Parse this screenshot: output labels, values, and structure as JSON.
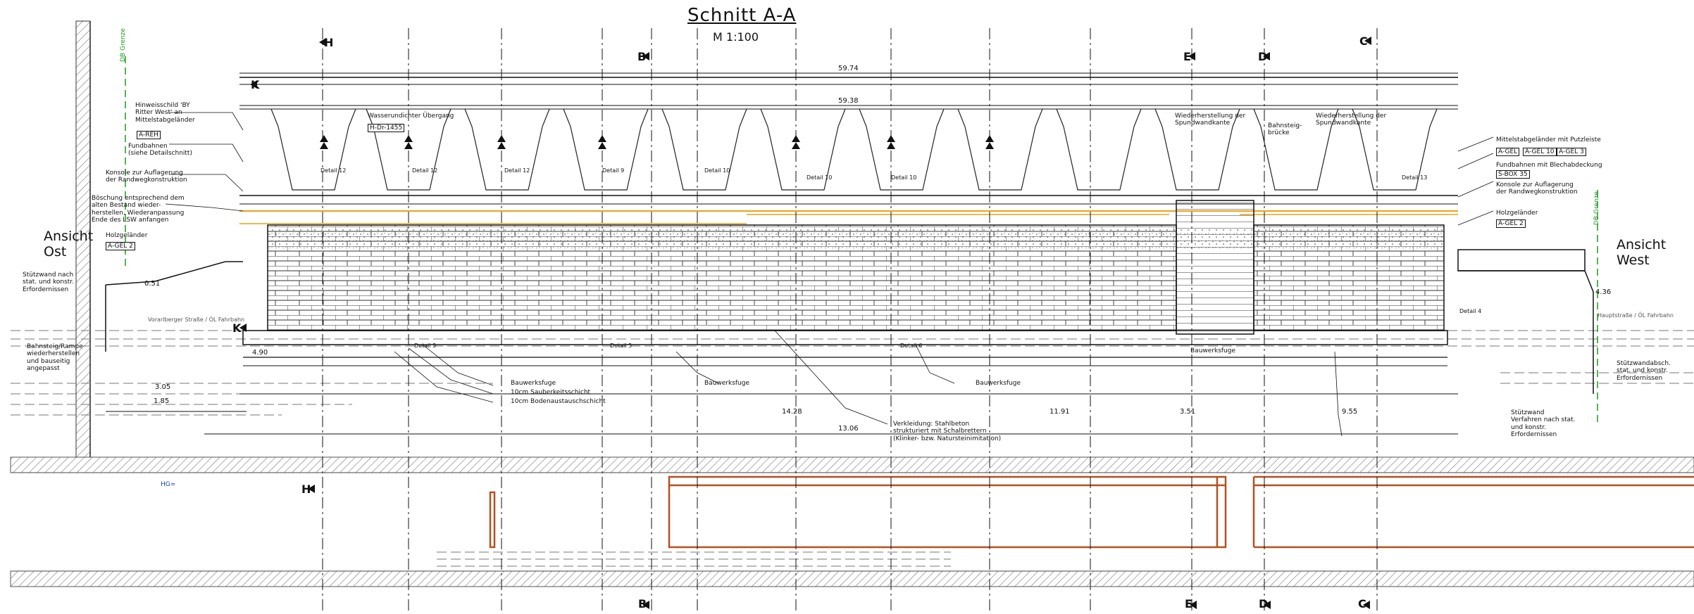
{
  "title": "Schnitt A-A",
  "scale": "M 1:100",
  "views": {
    "east": "Ansicht\nOst",
    "west": "Ansicht\nWest"
  },
  "section_markers_top": [
    {
      "label": "H",
      "id": "marker-h-top"
    },
    {
      "label": "B",
      "id": "marker-b-top"
    },
    {
      "label": "E",
      "id": "marker-e-top"
    },
    {
      "label": "D",
      "id": "marker-d-top"
    },
    {
      "label": "C",
      "id": "marker-c-top"
    }
  ],
  "section_markers_bottom": [
    {
      "label": "H",
      "id": "marker-h-mid"
    },
    {
      "label": "B",
      "id": "marker-b-bottom"
    },
    {
      "label": "E",
      "id": "marker-e-bottom"
    },
    {
      "label": "D",
      "id": "marker-d-bottom"
    },
    {
      "label": "C",
      "id": "marker-c-bottom"
    }
  ],
  "marker_k": "K",
  "grenze": "DB Grenze",
  "grenze_right": "DB Grenze",
  "hg_label": "HG=",
  "notes_left": [
    "Hinweisschild 'BY\nRitter West' an\nMittelstabgeländer",
    "Fundbahnen\n(siehe Detailschnitt)",
    "Konsole zur Auflagerung\nder Randwegkonstruktion",
    "Böschung entsprechend dem\nalten Bestand wieder-\nherstellen, Wiederanpassung\nEnde des LSW anfangen",
    "Holzgeländer",
    "Stützwand nach\nstat. und konstr.\nErfordernissen",
    "Bahnsteig/Rampe\nwiederherstellen\nund bauseitig\nangepasst",
    "Wasserundichter Übergang"
  ],
  "notes_right": [
    "Mittelstabgeländer mit Putzleiste",
    "Fundbahnen mit Blechabdeckung",
    "Konsole zur Auflagerung\nder Randwegkonstruktion",
    "Holzgeländer",
    "Stützwandabsch.\nstat. und konstr.\nErfordernissen",
    "Stützwand\nVerfahren nach stat.\nund konstr.\nErfordernissen"
  ],
  "notes_center": [
    "Wiederherstellung der\nSpundwandkante",
    "Bahnsteig-\nbrücke",
    "Wiederherstellung der\nSpundwandkante",
    "Bauwerksfuge",
    "Verkleidung: Stahlbeton\nstrukturiert mit Schalbrettern\n(Klinker- bzw. Natursteinimitation)"
  ],
  "legend_bottom": [
    "Bauwerksfuge",
    "10cm Sauberkeitsschicht",
    "10cm Bodenaustauschschicht"
  ],
  "tags": [
    "A-REH",
    "A-GEL 2",
    "A-GEL",
    "A-GEL 10",
    "A-GEL 3",
    "S-BOX 35",
    "A-GEL 2",
    "H-Dr-1455"
  ],
  "details": [
    "Detail 12",
    "Detail 12",
    "Detail 12",
    "Detail 9",
    "Detail 10",
    "Detail 10",
    "Detail 10",
    "Detail 13",
    "Detail 5",
    "Detail 5",
    "Detail 6",
    "Detail 4"
  ],
  "dims_overall": [
    "59.74",
    "59.38",
    "13.06",
    "14.28",
    "11.91",
    "9.55",
    "3.51"
  ],
  "levels": [
    "4.90",
    "3.05",
    "1.85",
    "0.51",
    "4.36"
  ],
  "road_left": "Vorarlberger Straße / ÖL Fahrbahn",
  "road_right": "Hauptstraße / ÖL Fahrbahn",
  "colors": {
    "line": "#111111",
    "orange": "#e8a317",
    "rust": "#b5501f",
    "green": "#1b9a1b",
    "hatch": "#777777",
    "blue": "#1c3fa8"
  }
}
